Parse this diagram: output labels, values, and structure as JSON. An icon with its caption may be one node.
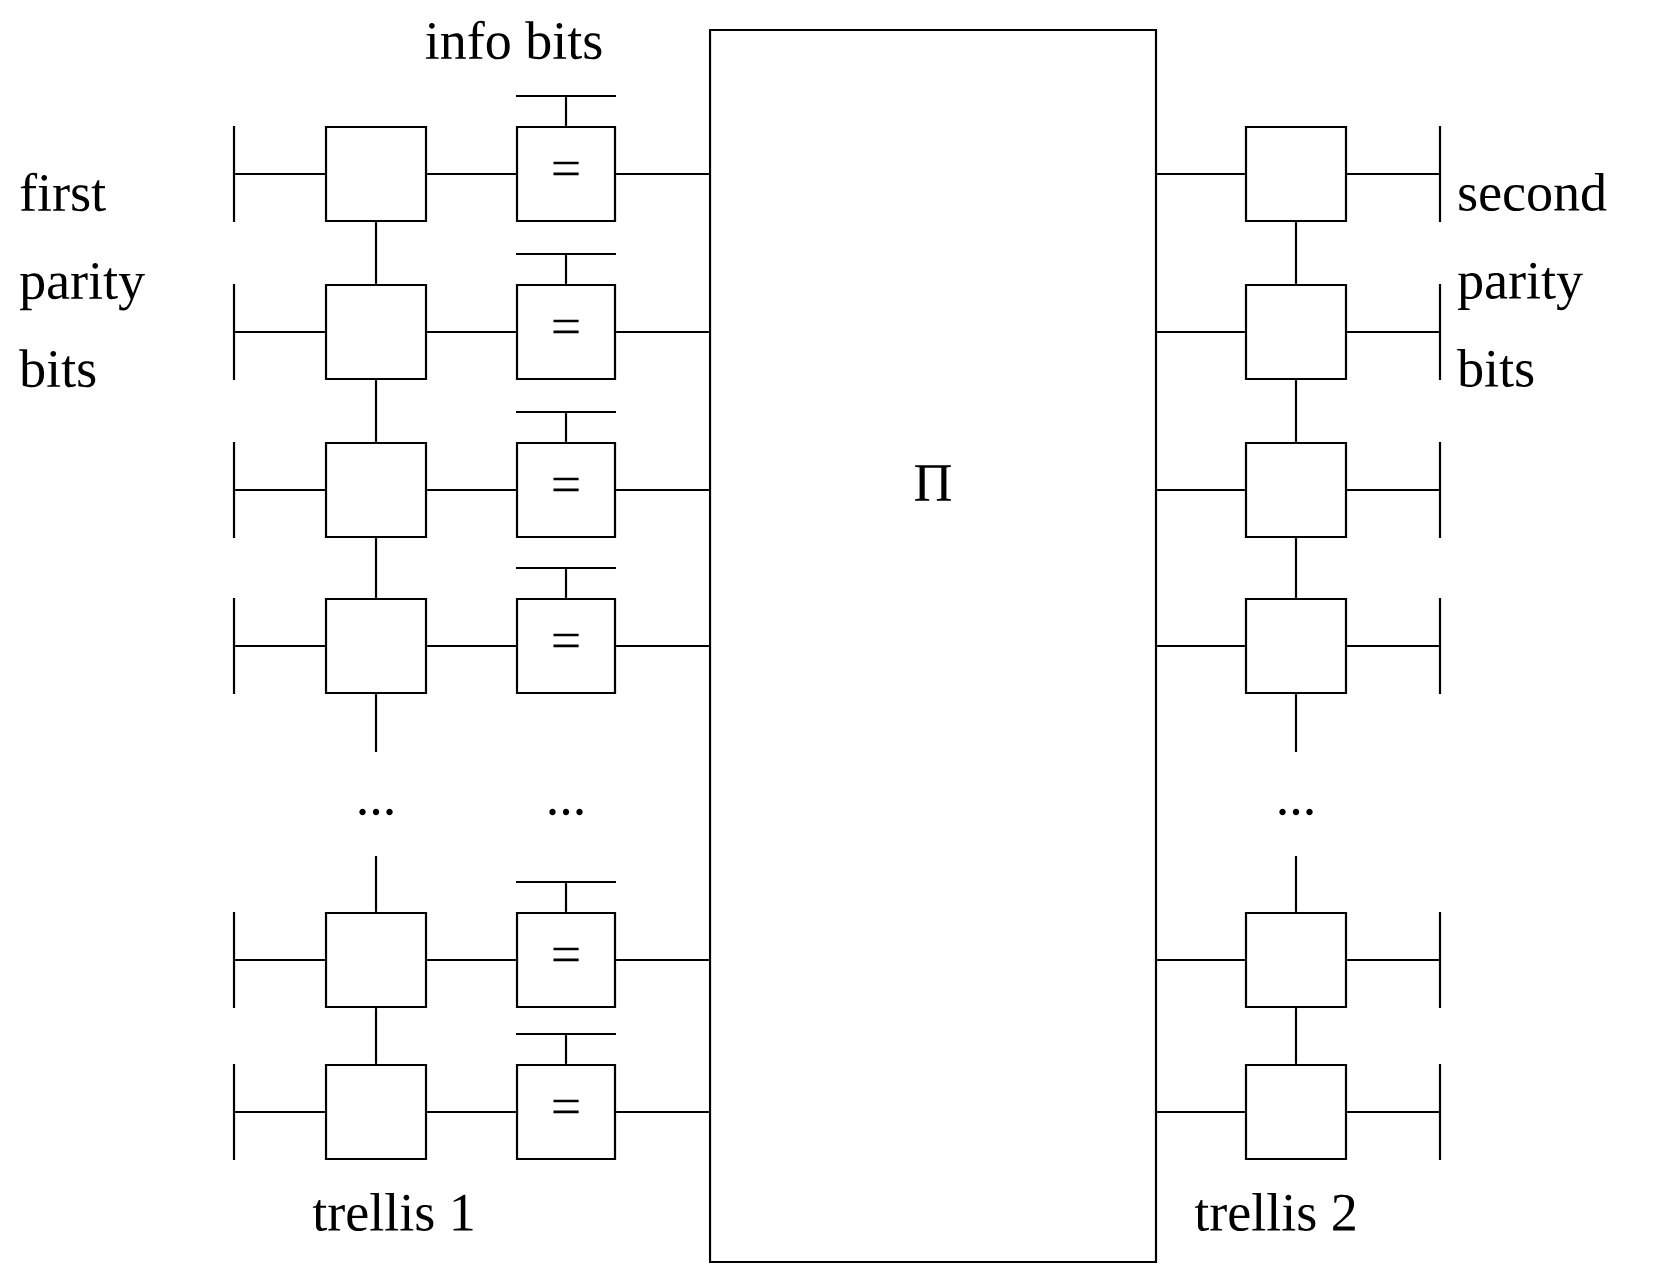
{
  "diagram": {
    "nodes": [
      {
        "text": [
          "Π"
        ]
      },
      {
        "text": [],
        "shape": "box"
      },
      {
        "text": [],
        "shape": "box"
      },
      {
        "text": [],
        "shape": "box"
      },
      {
        "text": [],
        "shape": "box"
      },
      {
        "text": [],
        "shape": "box"
      },
      {
        "text": [],
        "shape": "box"
      },
      {
        "text": [
          "="
        ]
      },
      {
        "text": [
          "="
        ]
      },
      {
        "text": [
          "="
        ]
      },
      {
        "text": [
          "="
        ]
      },
      {
        "text": [
          "="
        ]
      },
      {
        "text": [
          "="
        ]
      },
      {
        "text": [],
        "shape": "box"
      },
      {
        "text": [],
        "shape": "box"
      },
      {
        "text": [],
        "shape": "box"
      },
      {
        "text": [],
        "shape": "box"
      },
      {
        "text": [],
        "shape": "box"
      },
      {
        "text": [],
        "shape": "box"
      },
      {
        "text": [],
        "shape": "bar"
      },
      {
        "text": [],
        "shape": "bar"
      },
      {
        "text": [],
        "shape": "bar"
      },
      {
        "text": [],
        "shape": "bar"
      },
      {
        "text": [],
        "shape": "bar"
      },
      {
        "text": [],
        "shape": "bar"
      },
      {
        "text": [],
        "shape": "bar"
      },
      {
        "text": [],
        "shape": "bar"
      },
      {
        "text": [],
        "shape": "bar"
      },
      {
        "text": [],
        "shape": "bar"
      },
      {
        "text": [],
        "shape": "bar"
      },
      {
        "text": [],
        "shape": "bar"
      },
      {
        "text": [],
        "shape": "bar"
      },
      {
        "text": [],
        "shape": "bar"
      },
      {
        "text": [],
        "shape": "bar"
      },
      {
        "text": [],
        "shape": "bar"
      },
      {
        "text": [],
        "shape": "bar"
      },
      {
        "text": [],
        "shape": "bar"
      }
    ],
    "edges": [
      {
        "from": 19,
        "to": 1,
        "arrow": "none"
      },
      {
        "from": 20,
        "to": 2,
        "arrow": "none"
      },
      {
        "from": 21,
        "to": 3,
        "arrow": "none"
      },
      {
        "from": 22,
        "to": 4,
        "arrow": "none"
      },
      {
        "from": 23,
        "to": 5,
        "arrow": "none"
      },
      {
        "from": 24,
        "to": 6,
        "arrow": "none"
      },
      {
        "from": 1,
        "to": 2,
        "arrow": "none"
      },
      {
        "from": 2,
        "to": 3,
        "arrow": "none"
      },
      {
        "from": 3,
        "to": 4,
        "arrow": "none"
      },
      {
        "from": 4,
        "to": null,
        "arrow": "none"
      },
      {
        "from": null,
        "to": 5,
        "arrow": "none"
      },
      {
        "from": 5,
        "to": 6,
        "arrow": "none"
      },
      {
        "from": 25,
        "to": 7,
        "arrow": "none"
      },
      {
        "from": 26,
        "to": 8,
        "arrow": "none"
      },
      {
        "from": 27,
        "to": 9,
        "arrow": "none"
      },
      {
        "from": 28,
        "to": 10,
        "arrow": "none"
      },
      {
        "from": 29,
        "to": 11,
        "arrow": "none"
      },
      {
        "from": 30,
        "to": 12,
        "arrow": "none"
      },
      {
        "from": 1,
        "to": 7,
        "arrow": "none"
      },
      {
        "from": 2,
        "to": 8,
        "arrow": "none"
      },
      {
        "from": 3,
        "to": 9,
        "arrow": "none"
      },
      {
        "from": 4,
        "to": 10,
        "arrow": "none"
      },
      {
        "from": 5,
        "to": 11,
        "arrow": "none"
      },
      {
        "from": 6,
        "to": 12,
        "arrow": "none"
      },
      {
        "from": 7,
        "to": 0,
        "arrow": "none"
      },
      {
        "from": 8,
        "to": 0,
        "arrow": "none"
      },
      {
        "from": 9,
        "to": 0,
        "arrow": "none"
      },
      {
        "from": 10,
        "to": 0,
        "arrow": "none"
      },
      {
        "from": 11,
        "to": 0,
        "arrow": "none"
      },
      {
        "from": 12,
        "to": 0,
        "arrow": "none"
      },
      {
        "from": 0,
        "to": 13,
        "arrow": "none"
      },
      {
        "from": 0,
        "to": 14,
        "arrow": "none"
      },
      {
        "from": 0,
        "to": 15,
        "arrow": "none"
      },
      {
        "from": 0,
        "to": 16,
        "arrow": "none"
      },
      {
        "from": 0,
        "to": 17,
        "arrow": "none"
      },
      {
        "from": 0,
        "to": 18,
        "arrow": "none"
      },
      {
        "from": 13,
        "to": 14,
        "arrow": "none"
      },
      {
        "from": 14,
        "to": 15,
        "arrow": "none"
      },
      {
        "from": 15,
        "to": 16,
        "arrow": "none"
      },
      {
        "from": 16,
        "to": null,
        "arrow": "none"
      },
      {
        "from": null,
        "to": 17,
        "arrow": "none"
      },
      {
        "from": 17,
        "to": 18,
        "arrow": "none"
      },
      {
        "from": 13,
        "to": 31,
        "arrow": "none"
      },
      {
        "from": 14,
        "to": 32,
        "arrow": "none"
      },
      {
        "from": 15,
        "to": 33,
        "arrow": "none"
      },
      {
        "from": 16,
        "to": 34,
        "arrow": "none"
      },
      {
        "from": 17,
        "to": 35,
        "arrow": "none"
      },
      {
        "from": 18,
        "to": 36,
        "arrow": "none"
      }
    ],
    "labels": [
      "info bits",
      "first parity bits",
      "second parity bits",
      "...",
      "...",
      "...",
      "trellis 1",
      "trellis 2"
    ]
  }
}
